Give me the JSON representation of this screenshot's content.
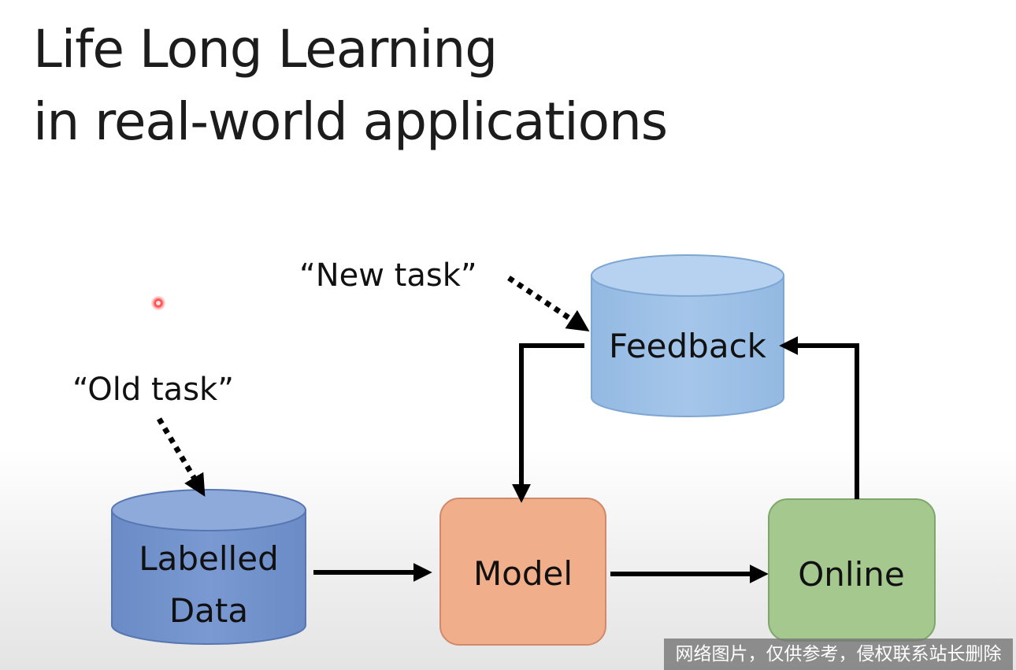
{
  "title": {
    "line1": "Life Long Learning",
    "line2": "in real-world applications"
  },
  "nodes": {
    "labelled_data": {
      "line1": "Labelled",
      "line2": "Data"
    },
    "model": "Model",
    "online": "Online",
    "feedback": "Feedback"
  },
  "annotations": {
    "old_task": "“Old task”",
    "new_task": "“New task”"
  },
  "watermark": "网络图片，仅供参考，侵权联系站长删除",
  "colors": {
    "labelled_data_fill": "#7393cc",
    "feedback_fill": "#9cc0e6",
    "model_fill": "#f0ae8a",
    "online_fill": "#a5c88e",
    "arrow": "#000000"
  }
}
